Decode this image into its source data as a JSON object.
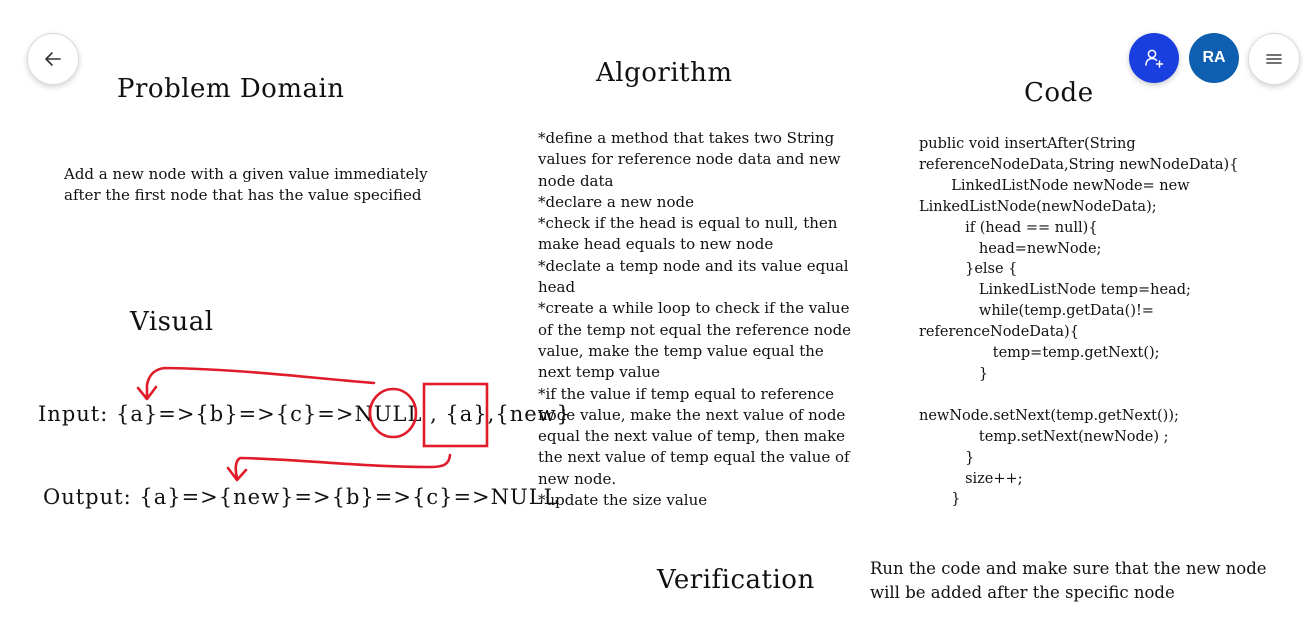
{
  "toolbar": {
    "back_icon": "arrow-left-icon",
    "share_icon": "add-person-icon",
    "avatar_initials": "RA",
    "menu_icon": "hamburger-menu-icon",
    "share_color": "#1a3fe0",
    "avatar_color": "#0f5fb0"
  },
  "problem_domain": {
    "title": "Problem Domain",
    "body": "Add a new node with a given value immediately after the first node that has the value specified"
  },
  "algorithm": {
    "title": "Algorithm",
    "body": "*define a method that takes two String values for reference node data and new node data\n*declare a new node\n*check if the head is equal to null, then make head equals to new node\n*declate a temp node and its value equal head\n*create a while loop to check if the value of the temp not equal the reference node value, make the temp value equal the next temp value\n*if the value if temp equal to reference node value, make the next value of node equal the next value of temp, then make the next value of temp equal the value of new node.\n*update the size value"
  },
  "code": {
    "title": "Code",
    "body": "public void insertAfter(String\nreferenceNodeData,String newNodeData){\n       LinkedListNode newNode= new\nLinkedListNode(newNodeData);\n          if (head == null){\n             head=newNode;\n          }else {\n             LinkedListNode temp=head;\n             while(temp.getData()!=\nreferenceNodeData){\n                temp=temp.getNext();\n             }\n\nnewNode.setNext(temp.getNext());\n             temp.setNext(newNode) ;\n          }\n          size++;\n       }"
  },
  "visual": {
    "title": "Visual",
    "input_label": "Input: {a}=>{b}=>{c}=>NULL , {a},{new}",
    "output_label": "Output: {a}=>{new}=>{b}=>{c}=>NULL",
    "ink_color": "#e01b2a"
  },
  "verification": {
    "title": "Verification",
    "body": "Run the code and make sure that the new node will be added after the specific node"
  }
}
